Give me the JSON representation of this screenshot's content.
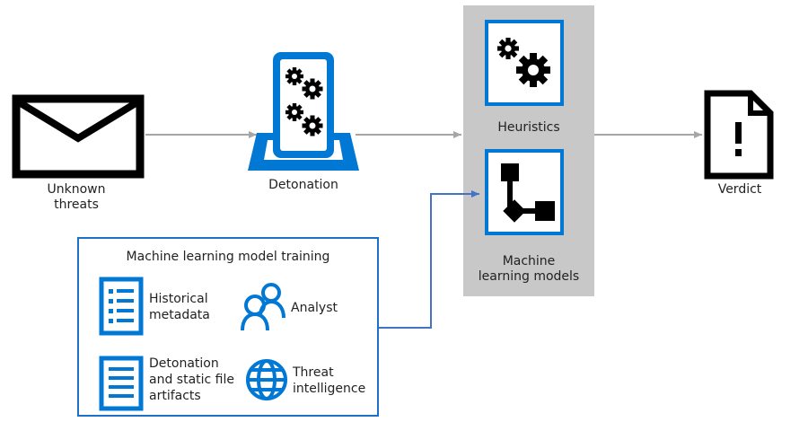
{
  "nodes": {
    "unknown_threats": {
      "line1": "Unknown",
      "line2": "threats"
    },
    "detonation": {
      "label": "Detonation"
    },
    "heuristics": {
      "label": "Heuristics"
    },
    "ml_models": {
      "line1": "Machine",
      "line2": "learning models"
    },
    "verdict": {
      "label": "Verdict"
    }
  },
  "training": {
    "title": "Machine learning model training",
    "items": [
      {
        "line1": "Historical",
        "line2": "metadata",
        "line3": "",
        "icon": "document-list-icon"
      },
      {
        "line1": "Analyst",
        "line2": "",
        "line3": "",
        "icon": "people-icon"
      },
      {
        "line1": "Detonation",
        "line2": "and static file",
        "line3": "artifacts",
        "icon": "document-list-icon"
      },
      {
        "line1": "Threat",
        "line2": "intelligence",
        "line3": "",
        "icon": "globe-icon"
      }
    ]
  },
  "colors": {
    "accent": "#0078d4",
    "panel": "#c8c8c8",
    "arrow": "#a6a6a6",
    "training_arrow": "#4472c4"
  }
}
